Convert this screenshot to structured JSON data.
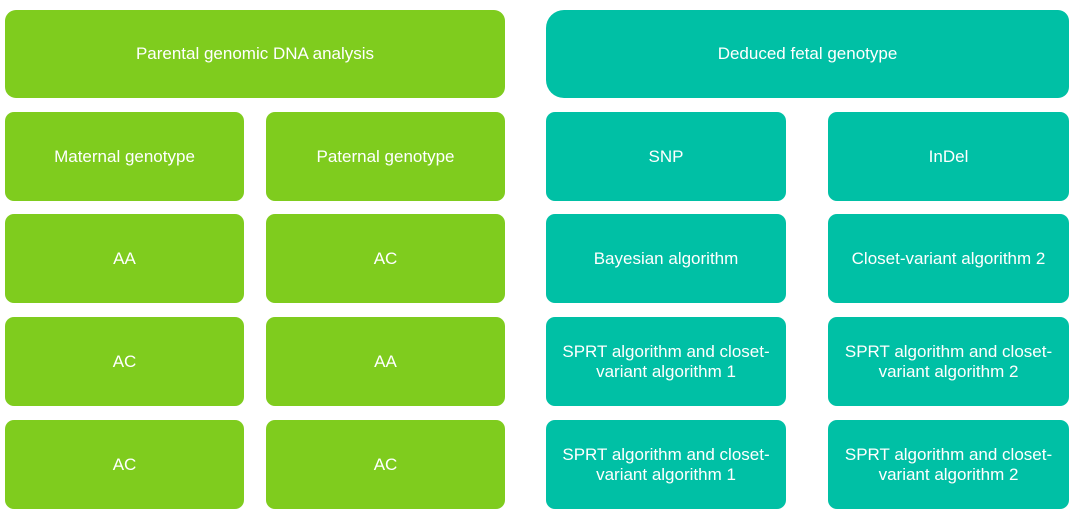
{
  "parental": {
    "header": "Parental genomic DNA analysis",
    "columns": [
      "Maternal genotype",
      "Paternal genotype"
    ],
    "rows": [
      [
        "AA",
        "AC"
      ],
      [
        "AC",
        "AA"
      ],
      [
        "AC",
        "AC"
      ]
    ]
  },
  "fetal": {
    "header": "Deduced fetal genotype",
    "columns": [
      "SNP",
      "InDel"
    ],
    "rows": [
      [
        "Bayesian algorithm",
        "Closet-variant algorithm 2"
      ],
      [
        "SPRT algorithm and closet-\nvariant algorithm 1",
        "SPRT algorithm and closet-\nvariant algorithm 2"
      ],
      [
        "SPRT algorithm and closet-\nvariant algorithm 1",
        "SPRT algorithm and closet-\nvariant algorithm 2"
      ]
    ]
  },
  "colors": {
    "parental": "#7fcc1e",
    "fetal": "#00c0a5",
    "text": "#ffffff"
  }
}
